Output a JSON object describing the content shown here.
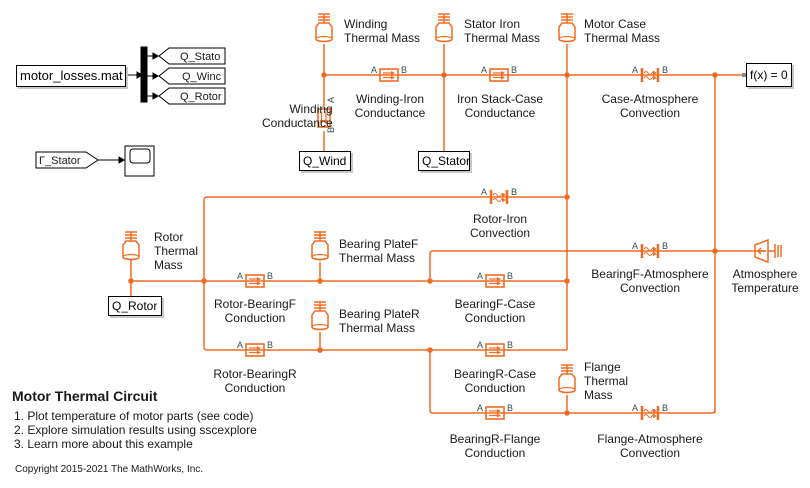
{
  "model": {
    "title": "Motor Thermal Circuit",
    "links": [
      "1. Plot temperature of motor parts (see code)",
      "2. Explore simulation results using sscexplore",
      "3. Learn more about this example"
    ],
    "copyright": "Copyright 2015-2021 The MathWorks, Inc."
  },
  "colors": {
    "wire": "#f06c22",
    "block_border": "#000000",
    "port_label": "#2f4f4f"
  },
  "signal_blocks": {
    "from_file": "motor_losses.mat",
    "goto_tags": [
      "Q_Stator",
      "Q_Winding",
      "Q_Rotor"
    ],
    "goto_tags_visible": [
      "Q_Stato",
      "Q_Winc",
      "Q_Rotor"
    ],
    "from_tag": "T_Stator",
    "from_tag_visible": "Γ_Stator",
    "scope": "scope-icon",
    "solver": "f(x) = 0"
  },
  "sources": {
    "q_wind": "Q_Wind",
    "q_stator": "Q_Stator",
    "q_rotor": "Q_Rotor"
  },
  "thermal_masses": {
    "winding": [
      "Winding",
      "Thermal Mass"
    ],
    "stator_iron": [
      "Stator Iron",
      "Thermal Mass"
    ],
    "motor_case": [
      "Motor Case",
      "Thermal Mass"
    ],
    "rotor": [
      "Rotor",
      "Thermal",
      "Mass"
    ],
    "bearing_plate_f": [
      "Bearing PlateF",
      "Thermal Mass"
    ],
    "bearing_plate_r": [
      "Bearing PlateR",
      "Thermal Mass"
    ],
    "flange": [
      "Flange",
      "Thermal",
      "Mass"
    ]
  },
  "conductances": {
    "winding": [
      "Winding",
      "Conductance"
    ],
    "winding_iron": [
      "Winding-Iron",
      "Conductance"
    ],
    "iron_stack_case": [
      "Iron Stack-Case",
      "Conductance"
    ],
    "rotor_bearingf": [
      "Rotor-BearingF",
      "Conduction"
    ],
    "bearingf_case": [
      "BearingF-Case",
      "Conduction"
    ],
    "rotor_bearingr": [
      "Rotor-BearingR",
      "Conduction"
    ],
    "bearingr_case": [
      "BearingR-Case",
      "Conduction"
    ],
    "bearingr_flange": [
      "BearingR-Flange",
      "Conduction"
    ]
  },
  "convections": {
    "case_atmosphere": [
      "Case-Atmosphere",
      "Convection"
    ],
    "rotor_iron": [
      "Rotor-Iron",
      "Convection"
    ],
    "bearingf_atmosphere": [
      "BearingF-Atmosphere",
      "Convection"
    ],
    "flange_atmosphere": [
      "Flange-Atmosphere",
      "Convection"
    ]
  },
  "atmosphere": [
    "Atmosphere",
    "Temperature"
  ],
  "ports": {
    "a": "A",
    "b": "B"
  }
}
